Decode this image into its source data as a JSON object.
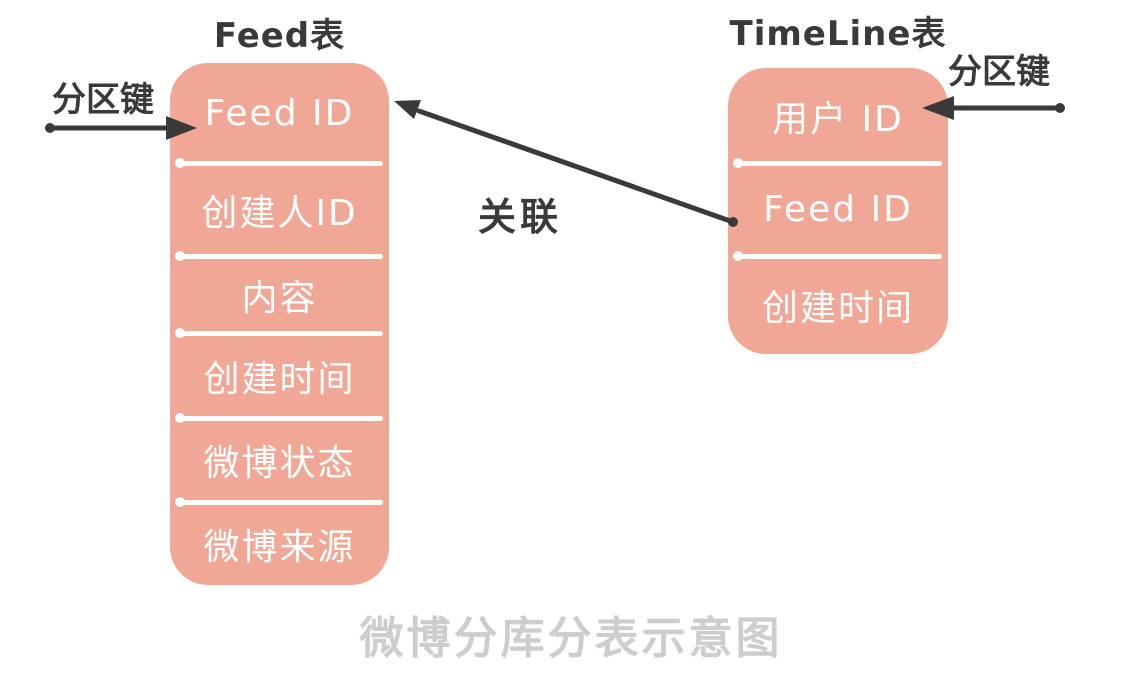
{
  "diagram": {
    "caption": "微博分库分表示意图",
    "relation_label": "关联",
    "colors": {
      "table_fill": "#F0A796",
      "table_text": "#FFFFFF",
      "divider": "#FFFFFF",
      "title_text": "#3A3A3A",
      "arrow": "#3A3A3A",
      "caption_text": "#CDCDCD"
    },
    "feed_table": {
      "title": "Feed表",
      "partition_key_label": "分区键",
      "partition_key_row": "Feed ID",
      "rows": [
        "Feed ID",
        "创建人ID",
        "内容",
        "创建时间",
        "微博状态",
        "微博来源"
      ]
    },
    "timeline_table": {
      "title": "TimeLine表",
      "partition_key_label": "分区键",
      "partition_key_row": "用户 ID",
      "rows": [
        "用户 ID",
        "Feed ID",
        "创建时间"
      ]
    }
  }
}
